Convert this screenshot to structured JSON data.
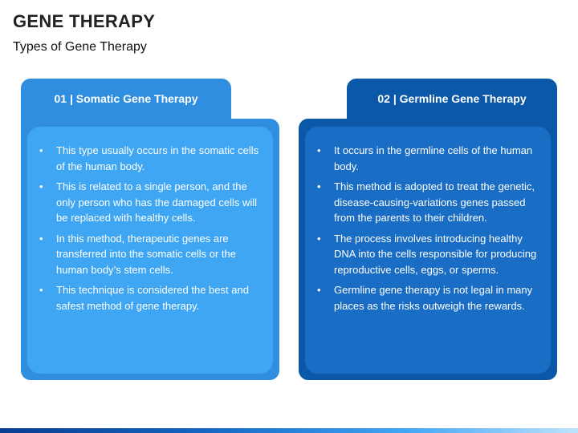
{
  "header": {
    "title": "GENE THERAPY",
    "subtitle": "Types of Gene Therapy"
  },
  "cards": [
    {
      "heading": "01 | Somatic Gene Therapy",
      "color": "#2f8ee0",
      "inner_color": "#3fa6f4",
      "points": [
        "This type usually occurs in the somatic cells of the human body.",
        "This is related to a single person, and the only person who has the damaged cells will be replaced with healthy cells.",
        "In this method, therapeutic genes are transferred into the somatic cells or the human body’s stem cells.",
        "This technique is considered the best and safest method of gene therapy."
      ]
    },
    {
      "heading": "02 | Germline Gene Therapy",
      "color": "#0b58a8",
      "inner_color": "#1a6dc4",
      "points": [
        "It occurs in the germline cells of the human body.",
        "This method is adopted to treat the genetic, disease-causing-variations genes passed from the parents to their children.",
        "The process involves introducing healthy DNA into the cells responsible for producing reproductive cells, eggs, or sperms.",
        "Germline gene therapy is not legal in many places as the risks outweigh the rewards."
      ]
    }
  ],
  "bullet_glyph": "•"
}
